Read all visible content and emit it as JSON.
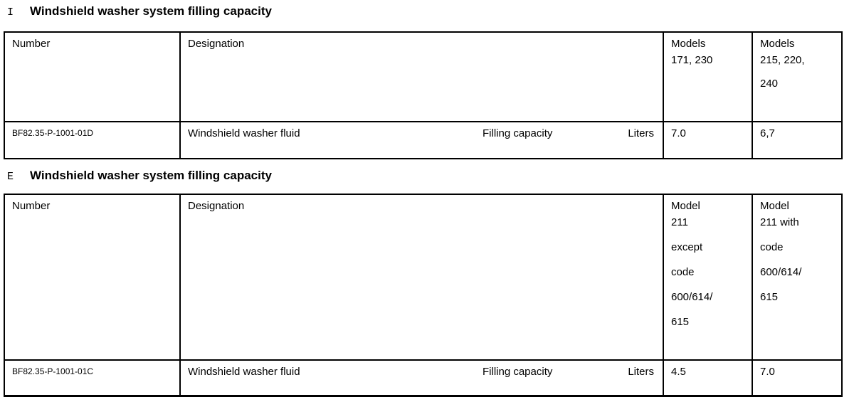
{
  "page": {
    "sections": [
      {
        "marker": "I",
        "title": "Windshield washer system filling capacity",
        "table": {
          "headers": {
            "number": "Number",
            "designation": "Designation",
            "col3": [
              "Models",
              "171, 230"
            ],
            "col4": [
              "Models",
              "215, 220,",
              "240"
            ]
          },
          "row": {
            "number": "BF82.35-P-1001-01D",
            "designation": "Windshield washer fluid",
            "attribute": "Filling capacity",
            "unit": "Liters",
            "value3": "7.0",
            "value4": "6,7"
          }
        }
      },
      {
        "marker": "E",
        "title": "Windshield washer system filling capacity",
        "table": {
          "headers": {
            "number": "Number",
            "designation": "Designation",
            "col3": [
              "Model",
              "211",
              "except",
              "code",
              "600/614/",
              "615"
            ],
            "col4": [
              "Model",
              "211 with",
              "code",
              "600/614/",
              "615"
            ]
          },
          "row": {
            "number": "BF82.35-P-1001-01C",
            "designation": "Windshield washer fluid",
            "attribute": "Filling capacity",
            "unit": "Liters",
            "value3": "4.5",
            "value4": "7.0"
          }
        }
      }
    ]
  }
}
